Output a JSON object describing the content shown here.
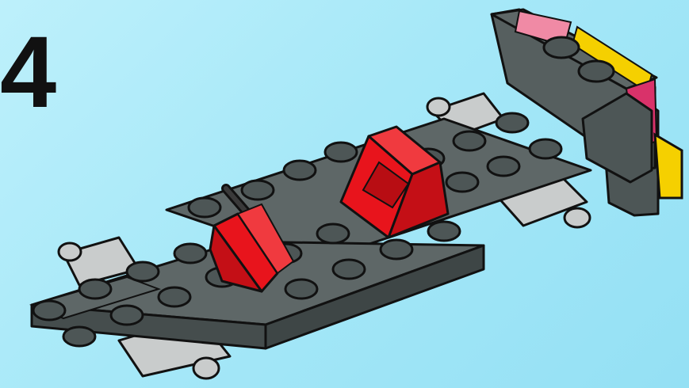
{
  "step": {
    "number": "4"
  },
  "colors": {
    "background": "#a6e8f8",
    "brick_gray": "#4d5656",
    "brick_gray_top": "#5e6767",
    "brick_red": "#e8141c",
    "accent_yellow": "#f5d000",
    "accent_pink": "#f08aa5",
    "outline": "#111111",
    "light_gray": "#c9cccc"
  },
  "illustration": {
    "subject": "car-chassis-build-step",
    "parts": [
      "gray-base-plate",
      "red-seat",
      "red-slope-bricks",
      "black-steering-wheel",
      "rear-spoiler",
      "wheel-axle-holders"
    ]
  }
}
